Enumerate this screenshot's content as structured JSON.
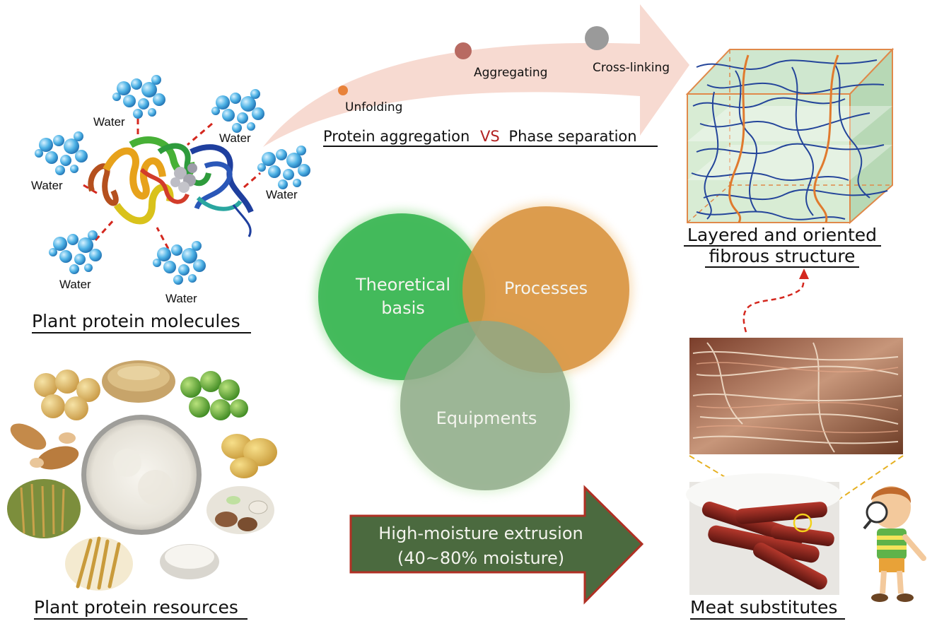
{
  "molecule_section": {
    "title": "Plant protein molecules",
    "water_label": "Water"
  },
  "resources_section": {
    "title": "Plant protein resources"
  },
  "process_arrow": {
    "steps": [
      "Unfolding",
      "Aggregating",
      "Cross-linking"
    ],
    "step_colors": [
      "#e8823a",
      "#b86a62",
      "#9a9a9a"
    ],
    "caption_left": "Protein aggregation",
    "caption_vs": "VS",
    "caption_right": "Phase separation",
    "vs_color": "#b22222"
  },
  "venn": {
    "theory": {
      "line1": "Theoretical",
      "line2": "basis",
      "color": "#2eb24a"
    },
    "processes": {
      "label": "Processes",
      "color": "#d7923e"
    },
    "equipments": {
      "label": "Equipments",
      "color": "#8ea888"
    }
  },
  "extrusion_arrow": {
    "line1": "High-moisture extrusion",
    "line2": "(40~80% moisture)",
    "color": "#4b6a3f",
    "border_color": "#b03024"
  },
  "structure_section": {
    "title_line1": "Layered and oriented",
    "title_line2": "fibrous structure"
  },
  "meat_section": {
    "title": "Meat substitutes"
  }
}
